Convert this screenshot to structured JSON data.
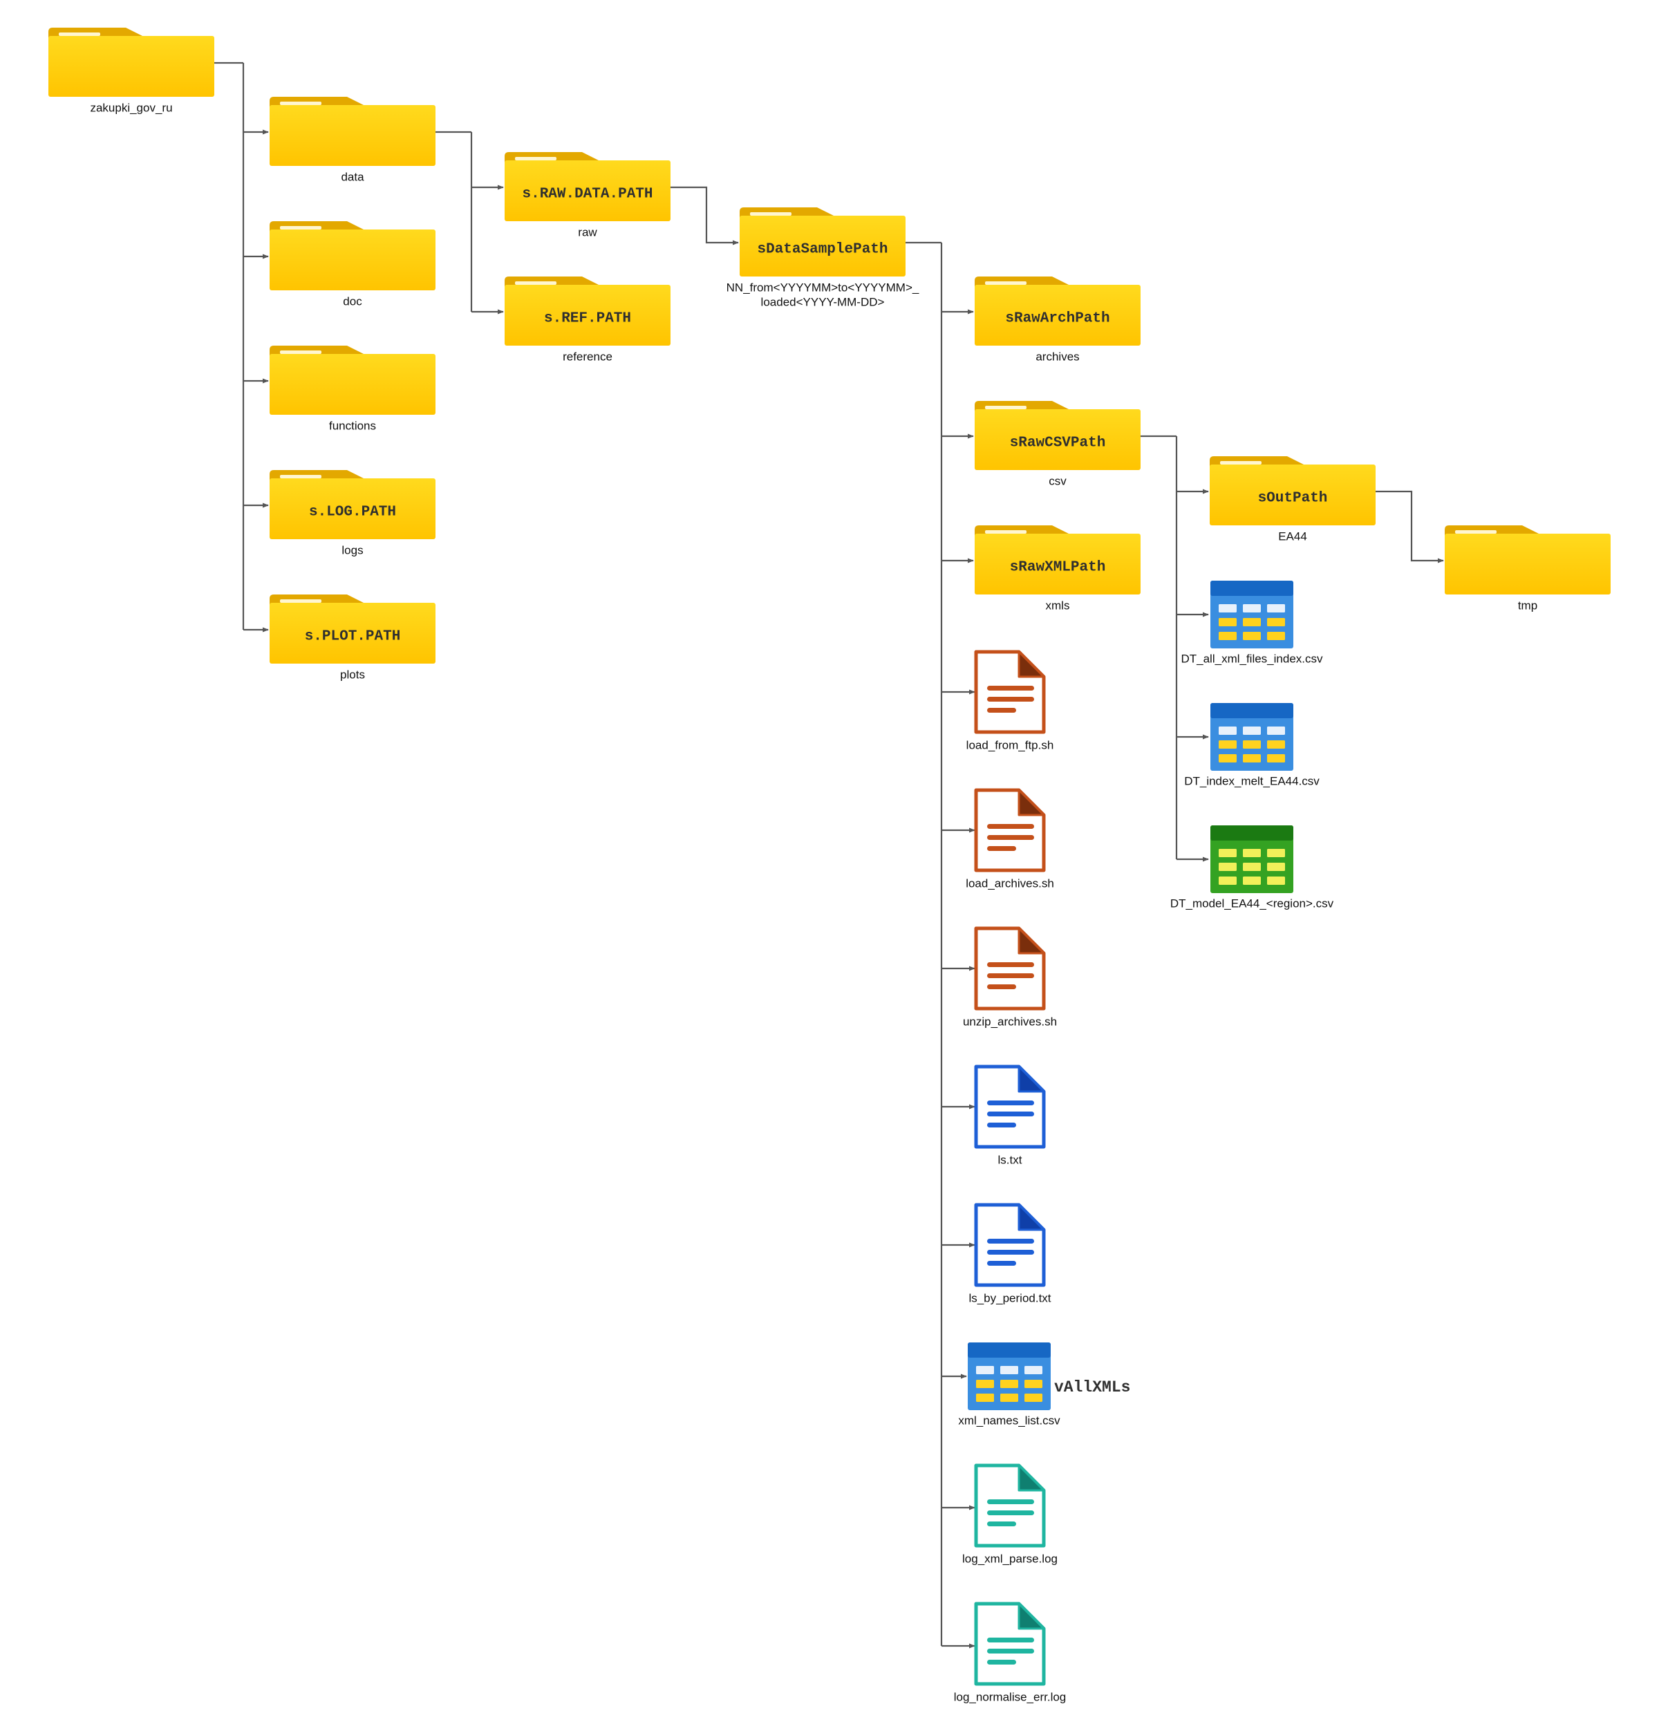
{
  "colors": {
    "folder_front": "#FFCC00",
    "folder_back": "#E3A800",
    "shell_file": "#C4501A",
    "text_file": "#1E5FD6",
    "log_file": "#1FB5A0",
    "table_blue": "#2B7BD3",
    "table_green": "#2E9A1C",
    "connector": "#555555"
  },
  "folders": {
    "root": {
      "title": "",
      "label": "zakupki_gov_ru"
    },
    "data": {
      "title": "",
      "label": "data"
    },
    "doc": {
      "title": "",
      "label": "doc"
    },
    "functions": {
      "title": "",
      "label": "functions"
    },
    "logs": {
      "title": "s.LOG.PATH",
      "label": "logs"
    },
    "plots": {
      "title": "s.PLOT.PATH",
      "label": "plots"
    },
    "raw": {
      "title": "s.RAW.DATA.PATH",
      "label": "raw"
    },
    "reference": {
      "title": "s.REF.PATH",
      "label": "reference"
    },
    "sample": {
      "title": "sDataSamplePath",
      "label_line1": "NN_from<YYYYMM>to<YYYYMM>_",
      "label_line2": "loaded<YYYY-MM-DD>"
    },
    "archives": {
      "title": "sRawArchPath",
      "label": "archives"
    },
    "csv": {
      "title": "sRawCSVPath",
      "label": "csv"
    },
    "xmls": {
      "title": "sRawXMLPath",
      "label": "xmls"
    },
    "ea44": {
      "title": "sOutPath",
      "label": "EA44"
    },
    "tmp": {
      "title": "",
      "label": "tmp"
    }
  },
  "files": {
    "load_from_ftp": {
      "type": "shell",
      "label": "load_from_ftp.sh"
    },
    "load_archives": {
      "type": "shell",
      "label": "load_archives.sh"
    },
    "unzip_archives": {
      "type": "shell",
      "label": "unzip_archives.sh"
    },
    "ls": {
      "type": "text",
      "label": "ls.txt"
    },
    "ls_by_period": {
      "type": "text",
      "label": "ls_by_period.txt"
    },
    "xml_names_list": {
      "type": "table-blue",
      "label": "xml_names_list.csv",
      "var_label": "vAllXMLs"
    },
    "log_xml_parse": {
      "type": "log",
      "label": "log_xml_parse.log"
    },
    "log_normalise_err": {
      "type": "log",
      "label": "log_normalise_err.log"
    },
    "dt_all_xml": {
      "type": "table-blue",
      "label": "DT_all_xml_files_index.csv"
    },
    "dt_index_melt": {
      "type": "table-blue",
      "label": "DT_index_melt_EA44.csv"
    },
    "dt_model": {
      "type": "table-green",
      "label": "DT_model_EA44_<region>.csv"
    }
  }
}
